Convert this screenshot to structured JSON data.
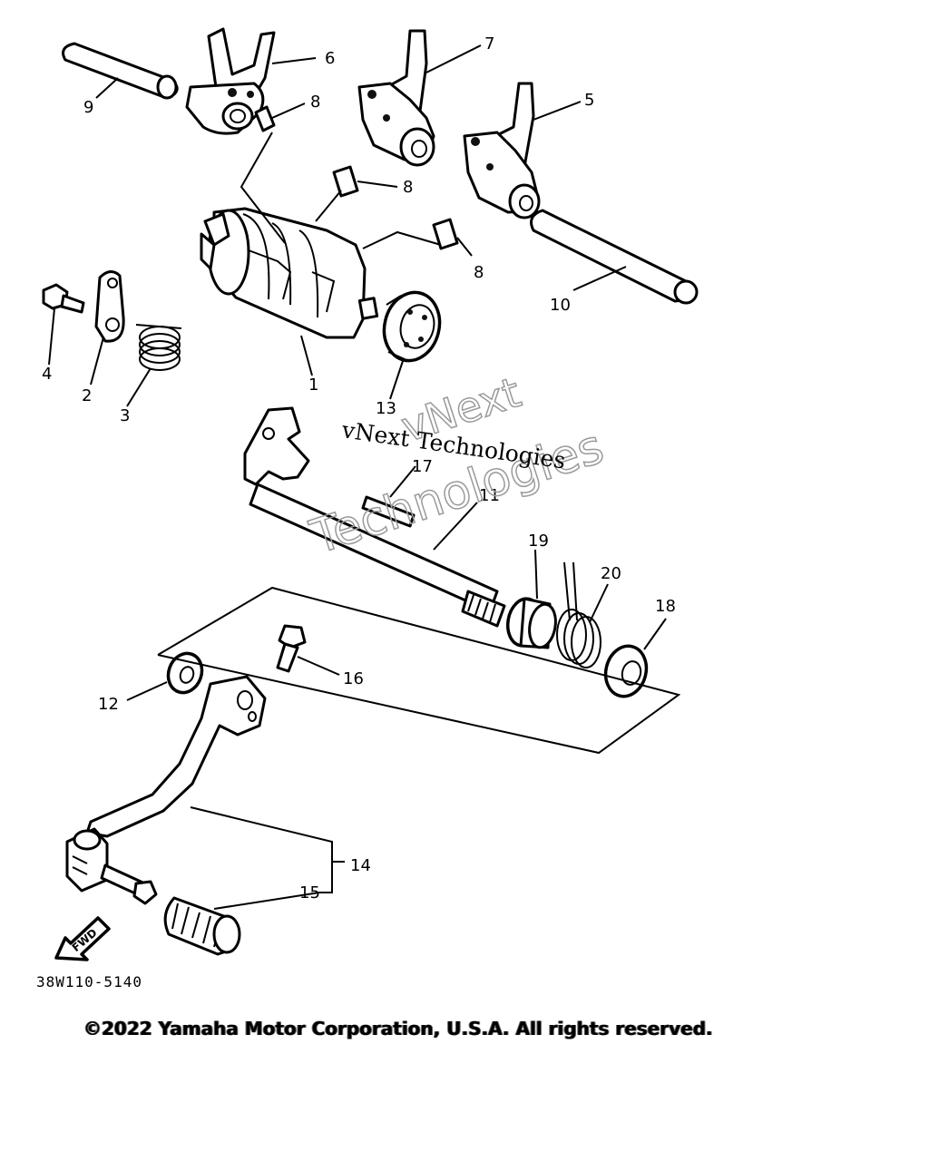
{
  "callouts": {
    "p1": "1",
    "p2": "2",
    "p3": "3",
    "p4": "4",
    "p5": "5",
    "p6": "6",
    "p7": "7",
    "p8a": "8",
    "p8b": "8",
    "p8c": "8",
    "p9": "9",
    "p10": "10",
    "p11": "11",
    "p12": "12",
    "p13": "13",
    "p14": "14",
    "p15": "15",
    "p16": "16",
    "p17": "17",
    "p18": "18",
    "p19": "19",
    "p20": "20"
  },
  "fwd_label": "FWD",
  "diagram_code": "38W110-5140",
  "watermark": {
    "line1": "vNext",
    "line2": "Technologies",
    "serif_line": "vNext Technologies"
  },
  "copyright": "©2022 Yamaha Motor Corporation, U.S.A. All rights reserved."
}
